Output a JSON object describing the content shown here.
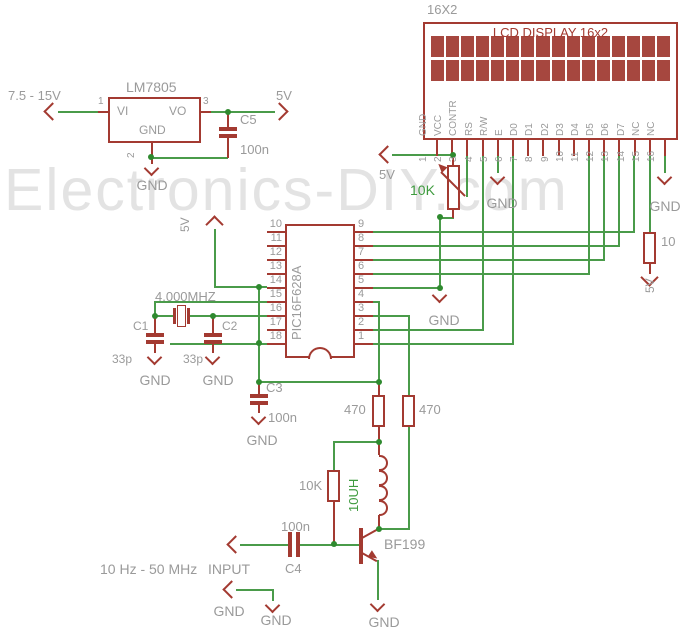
{
  "watermark": "Electronics-DIY.com",
  "regulator": {
    "part": "LM7805",
    "vi": "VI",
    "vo": "VO",
    "gnd": "GND",
    "pin1": "1",
    "pin2": "2",
    "pin3": "3",
    "input_voltage": "7.5 - 15V",
    "output_voltage": "5V",
    "gnd_label": "GND"
  },
  "c5": {
    "ref": "C5",
    "value": "100n"
  },
  "lcd": {
    "header": "16X2",
    "title": "LCD DISPLAY 16x2",
    "pin_names": [
      "GND",
      "VCC",
      "CONTR",
      "RS",
      "R/W",
      "E",
      "D0",
      "D1",
      "D2",
      "D3",
      "D4",
      "D5",
      "D6",
      "D7",
      "NC",
      "NC"
    ],
    "pin_numbers": [
      "1",
      "2",
      "3",
      "4",
      "5",
      "6",
      "7",
      "8",
      "9",
      "10",
      "11",
      "12",
      "13",
      "14",
      "15",
      "16"
    ],
    "gnd_pin5": "GND",
    "gnd_pin16": "GND",
    "supply_label": "5V"
  },
  "pot": {
    "value": "10K"
  },
  "r_series": {
    "value": "10",
    "supply": "5V"
  },
  "mcu": {
    "part": "PIC16F628A",
    "left_pins": [
      "10",
      "11",
      "12",
      "13",
      "14",
      "15",
      "16",
      "17",
      "18"
    ],
    "right_pins": [
      "9",
      "8",
      "7",
      "6",
      "5",
      "4",
      "3",
      "2",
      "1"
    ],
    "supply": "5V",
    "gnd": "GND"
  },
  "xtal": {
    "value": "4.000MHZ",
    "c1_ref": "C1",
    "c1_value": "33p",
    "c1_gnd": "GND",
    "c2_ref": "C2",
    "c2_value": "33p",
    "c2_gnd": "GND"
  },
  "c3": {
    "ref": "C3",
    "value": "100n",
    "gnd": "GND"
  },
  "amp": {
    "r1": "470",
    "r2": "470",
    "r_base": "10K",
    "l1": "10UH",
    "q1": "BF199",
    "gnd": "GND"
  },
  "c4": {
    "ref": "C4",
    "value": "100n"
  },
  "input": {
    "range": "10 Hz - 50 MHz",
    "label": "INPUT",
    "gnd_arrow_label": "GND",
    "gnd_label": "GND"
  }
}
